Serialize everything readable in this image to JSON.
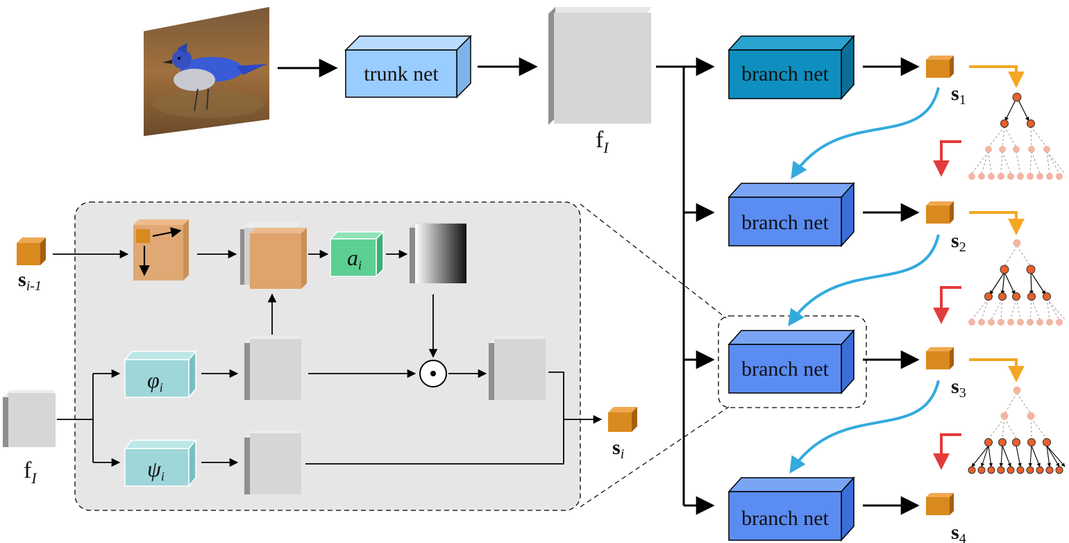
{
  "labels": {
    "trunk_net": "trunk net",
    "branch_net": "branch net",
    "feature_main": "f",
    "feature_main_sub": "I",
    "feature_inset": "f",
    "feature_inset_sub": "I",
    "s_prev": "s",
    "s_prev_sub": "i-1",
    "s_out": "s",
    "s_out_sub": "i",
    "attention": "a",
    "attention_sub": "i",
    "phi": "φ",
    "phi_sub": "i",
    "psi": "ψ",
    "psi_sub": "i",
    "hadamard": "⊙"
  },
  "branches": [
    {
      "s": "s",
      "sub": "1"
    },
    {
      "s": "s",
      "sub": "2"
    },
    {
      "s": "s",
      "sub": "3"
    },
    {
      "s": "s",
      "sub": "4"
    }
  ],
  "colors": {
    "trunk": "#99ccff",
    "branch_top": "#0e8fbf",
    "branch": "#5a8cf2",
    "gray_block": "#d6d6d6",
    "orange_cube": "#d98a1e",
    "teal_block": "#9ed6d9",
    "green_block": "#5dcf93",
    "inset_bg": "#e6e6e6",
    "orange_arrow": "#f5a623",
    "red_arrow": "#e23b3b",
    "blue_curve": "#33aadd",
    "tree_node_dark": "#e8602c",
    "tree_node_light": "#f2b5a3"
  }
}
